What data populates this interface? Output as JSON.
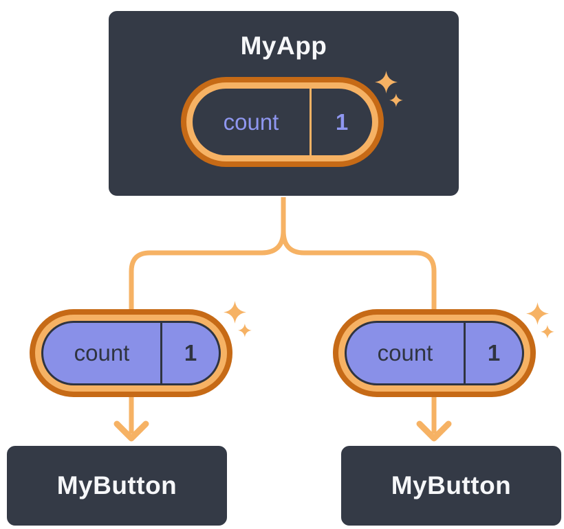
{
  "diagram": {
    "description": "React component tree showing state passed down as props",
    "root": {
      "label": "MyApp",
      "state_pill": {
        "name": "count",
        "value": "1"
      }
    },
    "children": [
      {
        "label": "MyButton",
        "prop_pill": {
          "name": "count",
          "value": "1"
        }
      },
      {
        "label": "MyButton",
        "prop_pill": {
          "name": "count",
          "value": "1"
        }
      }
    ],
    "icons": {
      "sparkle": "sparkle-icon"
    },
    "colors": {
      "background": "#ffffff",
      "node_fill": "#343A46",
      "node_border": "#ffffff",
      "node_text": "#F6F7F9",
      "orange_light": "#F6B264",
      "orange_dark": "#C66A16",
      "purple_fill": "#8990E8",
      "purple_text_on_dark": "#8F97F0",
      "dark_text": "#2F3440"
    }
  }
}
